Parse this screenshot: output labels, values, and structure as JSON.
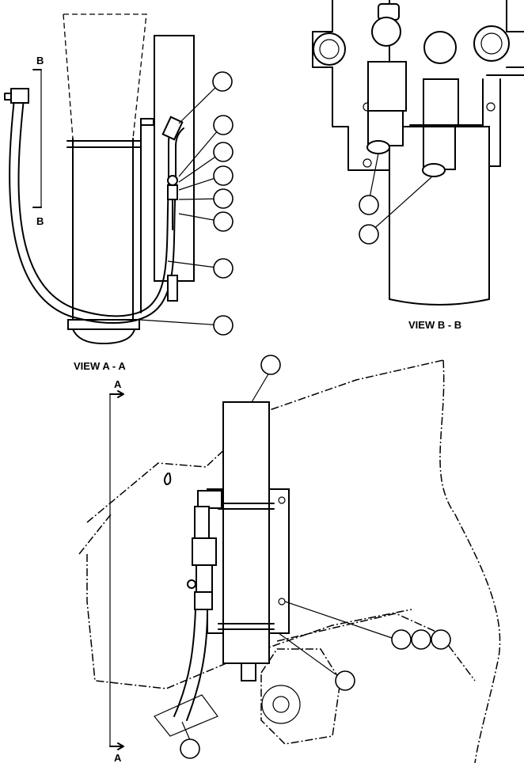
{
  "views": {
    "view_a": {
      "title": "VIEW A - A"
    },
    "view_b": {
      "title": "VIEW B - B"
    }
  },
  "section_markers": {
    "b_top": "B",
    "b_bottom": "B",
    "a_top": "A",
    "a_bottom": "A"
  },
  "callouts": {
    "view_a_count": 8,
    "view_b_count": 2,
    "main_count": 6
  }
}
